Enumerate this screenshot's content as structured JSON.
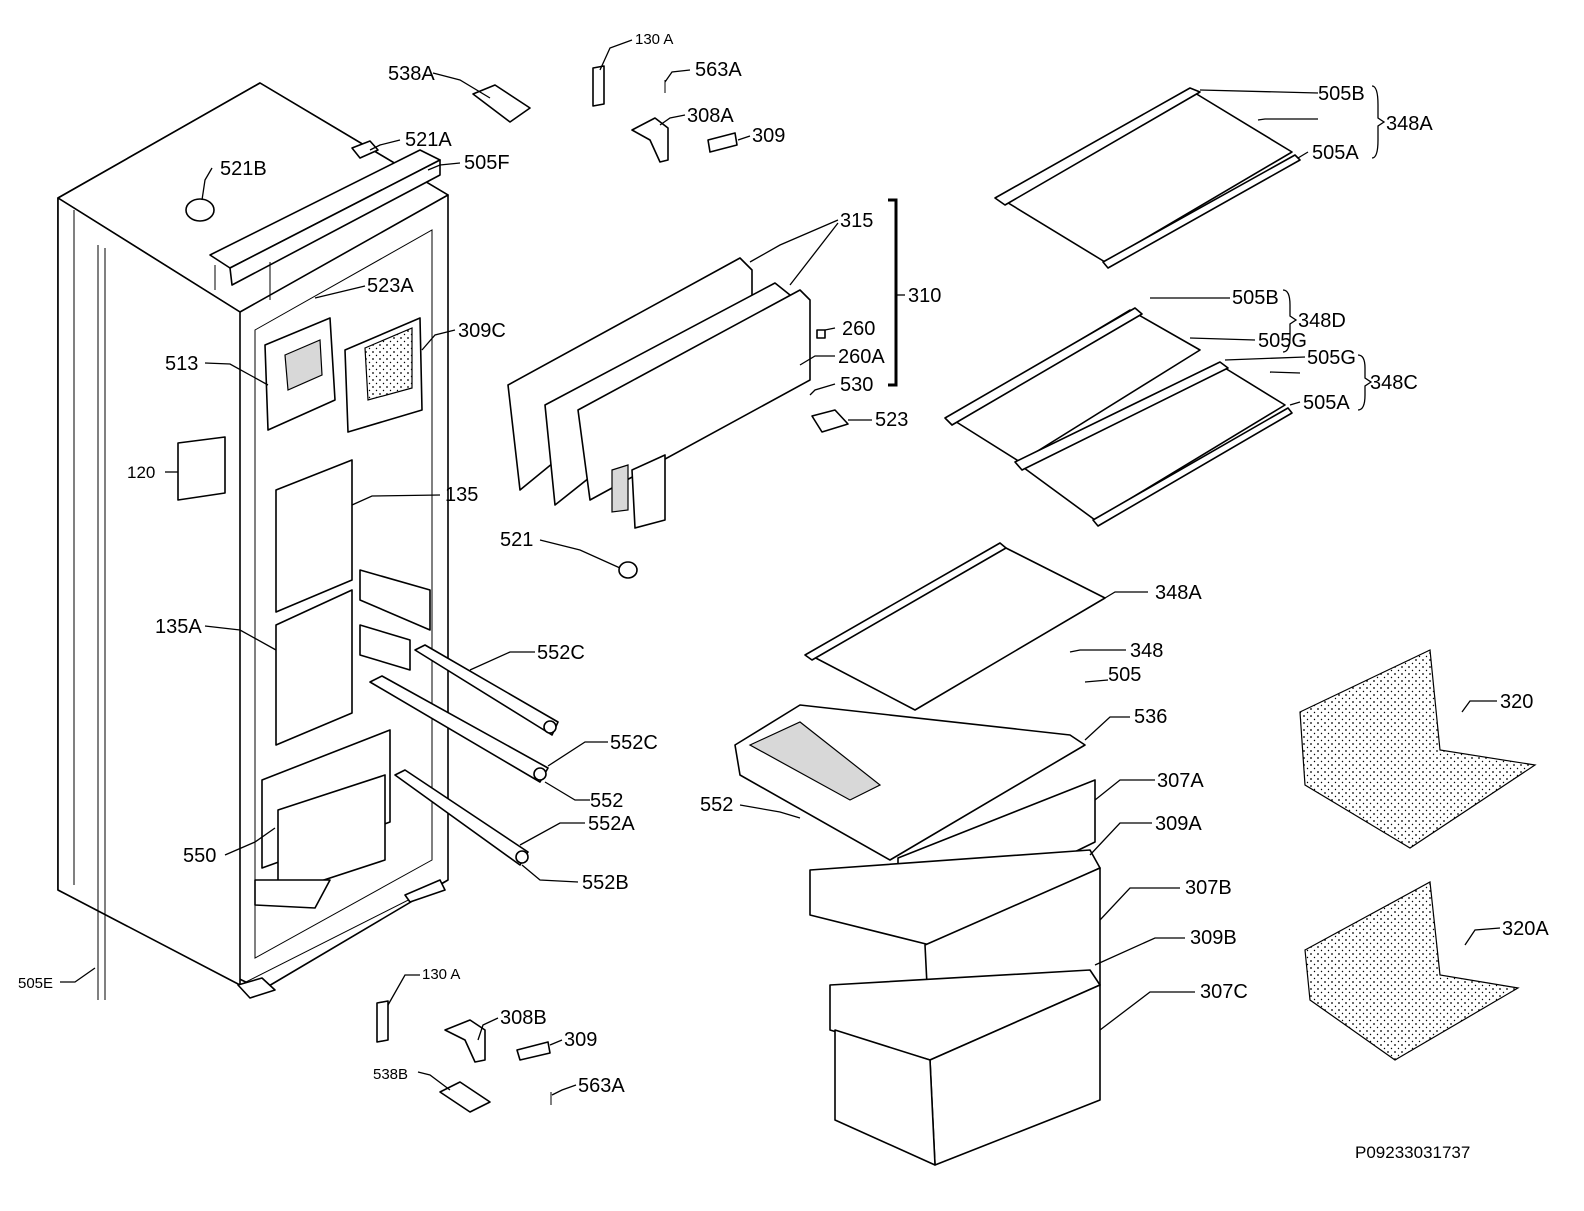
{
  "diagram_code": "P09233031737",
  "callouts": {
    "c538A_top": "538A",
    "c130A_top": "130 A",
    "c563A_top": "563A",
    "c521A": "521A",
    "c505F": "505F",
    "c521B": "521B",
    "c308A": "308A",
    "c309_top": "309",
    "c523A": "523A",
    "c513": "513",
    "c309C": "309C",
    "c120": "120",
    "c135": "135",
    "c135A": "135A",
    "c550": "550",
    "c505E": "505E",
    "c552C_1": "552C",
    "c552C_2": "552C",
    "c552_right": "552",
    "c552A": "552A",
    "c552B": "552B",
    "c315": "315",
    "c310": "310",
    "c260": "260",
    "c260A": "260A",
    "c530": "530",
    "c523": "523",
    "c521": "521",
    "c130A_bottom": "130 A",
    "c308B": "308B",
    "c309_bottom": "309",
    "c538B": "538B",
    "c563A_bottom": "563A",
    "c505B_1": "505B",
    "c348A_1": "348A",
    "c505A_1": "505A",
    "c505B_2": "505B",
    "c348D": "348D",
    "c505G_1": "505G",
    "c505G_2": "505G",
    "c348C": "348C",
    "c505A_2": "505A",
    "c348A_2": "348A",
    "c348": "348",
    "c505": "505",
    "c536": "536",
    "c307A": "307A",
    "c309A": "309A",
    "c552_left": "552",
    "c307B": "307B",
    "c309B": "309B",
    "c307C": "307C",
    "c320": "320",
    "c320A": "320A"
  }
}
